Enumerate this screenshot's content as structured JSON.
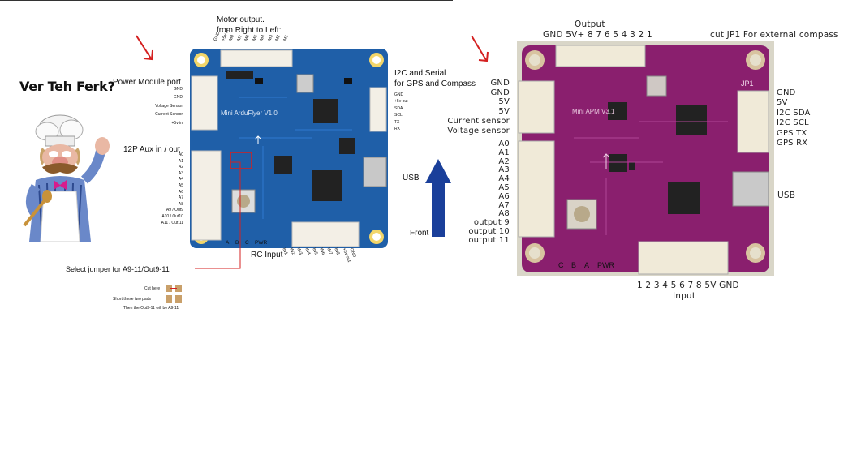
{
  "left": {
    "meme_text": "Ver Teh Ferk?",
    "motor_title_line1": "Motor output.",
    "motor_title_line2": "from Right to Left:",
    "motor_pins": [
      "GND",
      "+5v in",
      "M8",
      "M7",
      "M6",
      "M5",
      "M4",
      "M3",
      "M2",
      "M1"
    ],
    "power_title": "Power Module port",
    "power_pins": [
      "GND",
      "GND",
      "Voltage Sensor",
      "Current Sensor",
      "+5v in"
    ],
    "i2c_title_line1": "I2C and Serial",
    "i2c_title_line2": "for GPS and Compass",
    "i2c_pins": [
      "GND",
      "+5v out",
      "SDA",
      "SCL",
      "TX",
      "RX"
    ],
    "aux_title": "12P Aux in / out",
    "aux_pins": [
      "A0",
      "A1",
      "A2",
      "A3",
      "A4",
      "A5",
      "A6",
      "A7",
      "A8",
      "A9 / Out9",
      "A10 / Out10",
      "A11 / Out 11"
    ],
    "board_name": "Mini ArduFlyer V1.0",
    "usb_label": "USB",
    "front_label": "Front",
    "rc_title": "RC Input",
    "rc_pins": [
      "IN1",
      "IN2",
      "IN3",
      "IN4",
      "IN5",
      "IN6",
      "IN7",
      "IN8",
      "+5v out",
      "GND"
    ],
    "abc_pins": [
      "A",
      "B",
      "C",
      "PWR"
    ],
    "jumper_label": "Select jumper for A9-11/Out9-11",
    "cut_here": "Cut here",
    "short_pads": "Short these  two pads",
    "then_note": "Then the Out9-11 will be A9-11"
  },
  "right": {
    "output_title": "Output",
    "output_pins": "GND 5V+ 8 7 6 5 4 3 2 1",
    "cut_jp1": "cut JP1 For external compass",
    "board_name": "Mini APM V3.1",
    "jp1": "JP1",
    "left_pins": [
      "GND",
      "GND",
      "5V",
      "5V",
      "Current sensor",
      "Voltage sensor"
    ],
    "aux_pins": [
      "A0",
      "A1",
      "A2",
      "A3",
      "A4",
      "A5",
      "A6",
      "A7",
      "A8",
      "output  9",
      "output 10",
      "output 11"
    ],
    "right_pins": [
      "GND",
      "5V",
      "I2C SDA",
      "I2C SCL",
      "GPS TX",
      "GPS RX"
    ],
    "usb_label": "USB",
    "abc_pins": [
      "C",
      "B",
      "A",
      "PWR"
    ],
    "input_pins": "1 2 3 4 5 6 7 8 5V GND",
    "input_title": "Input"
  },
  "colors": {
    "blue_board": "#1f5fa8",
    "purple_board": "#8a1f6e",
    "arrow_red": "#d42020",
    "arrow_blue": "#1a3f9a"
  }
}
